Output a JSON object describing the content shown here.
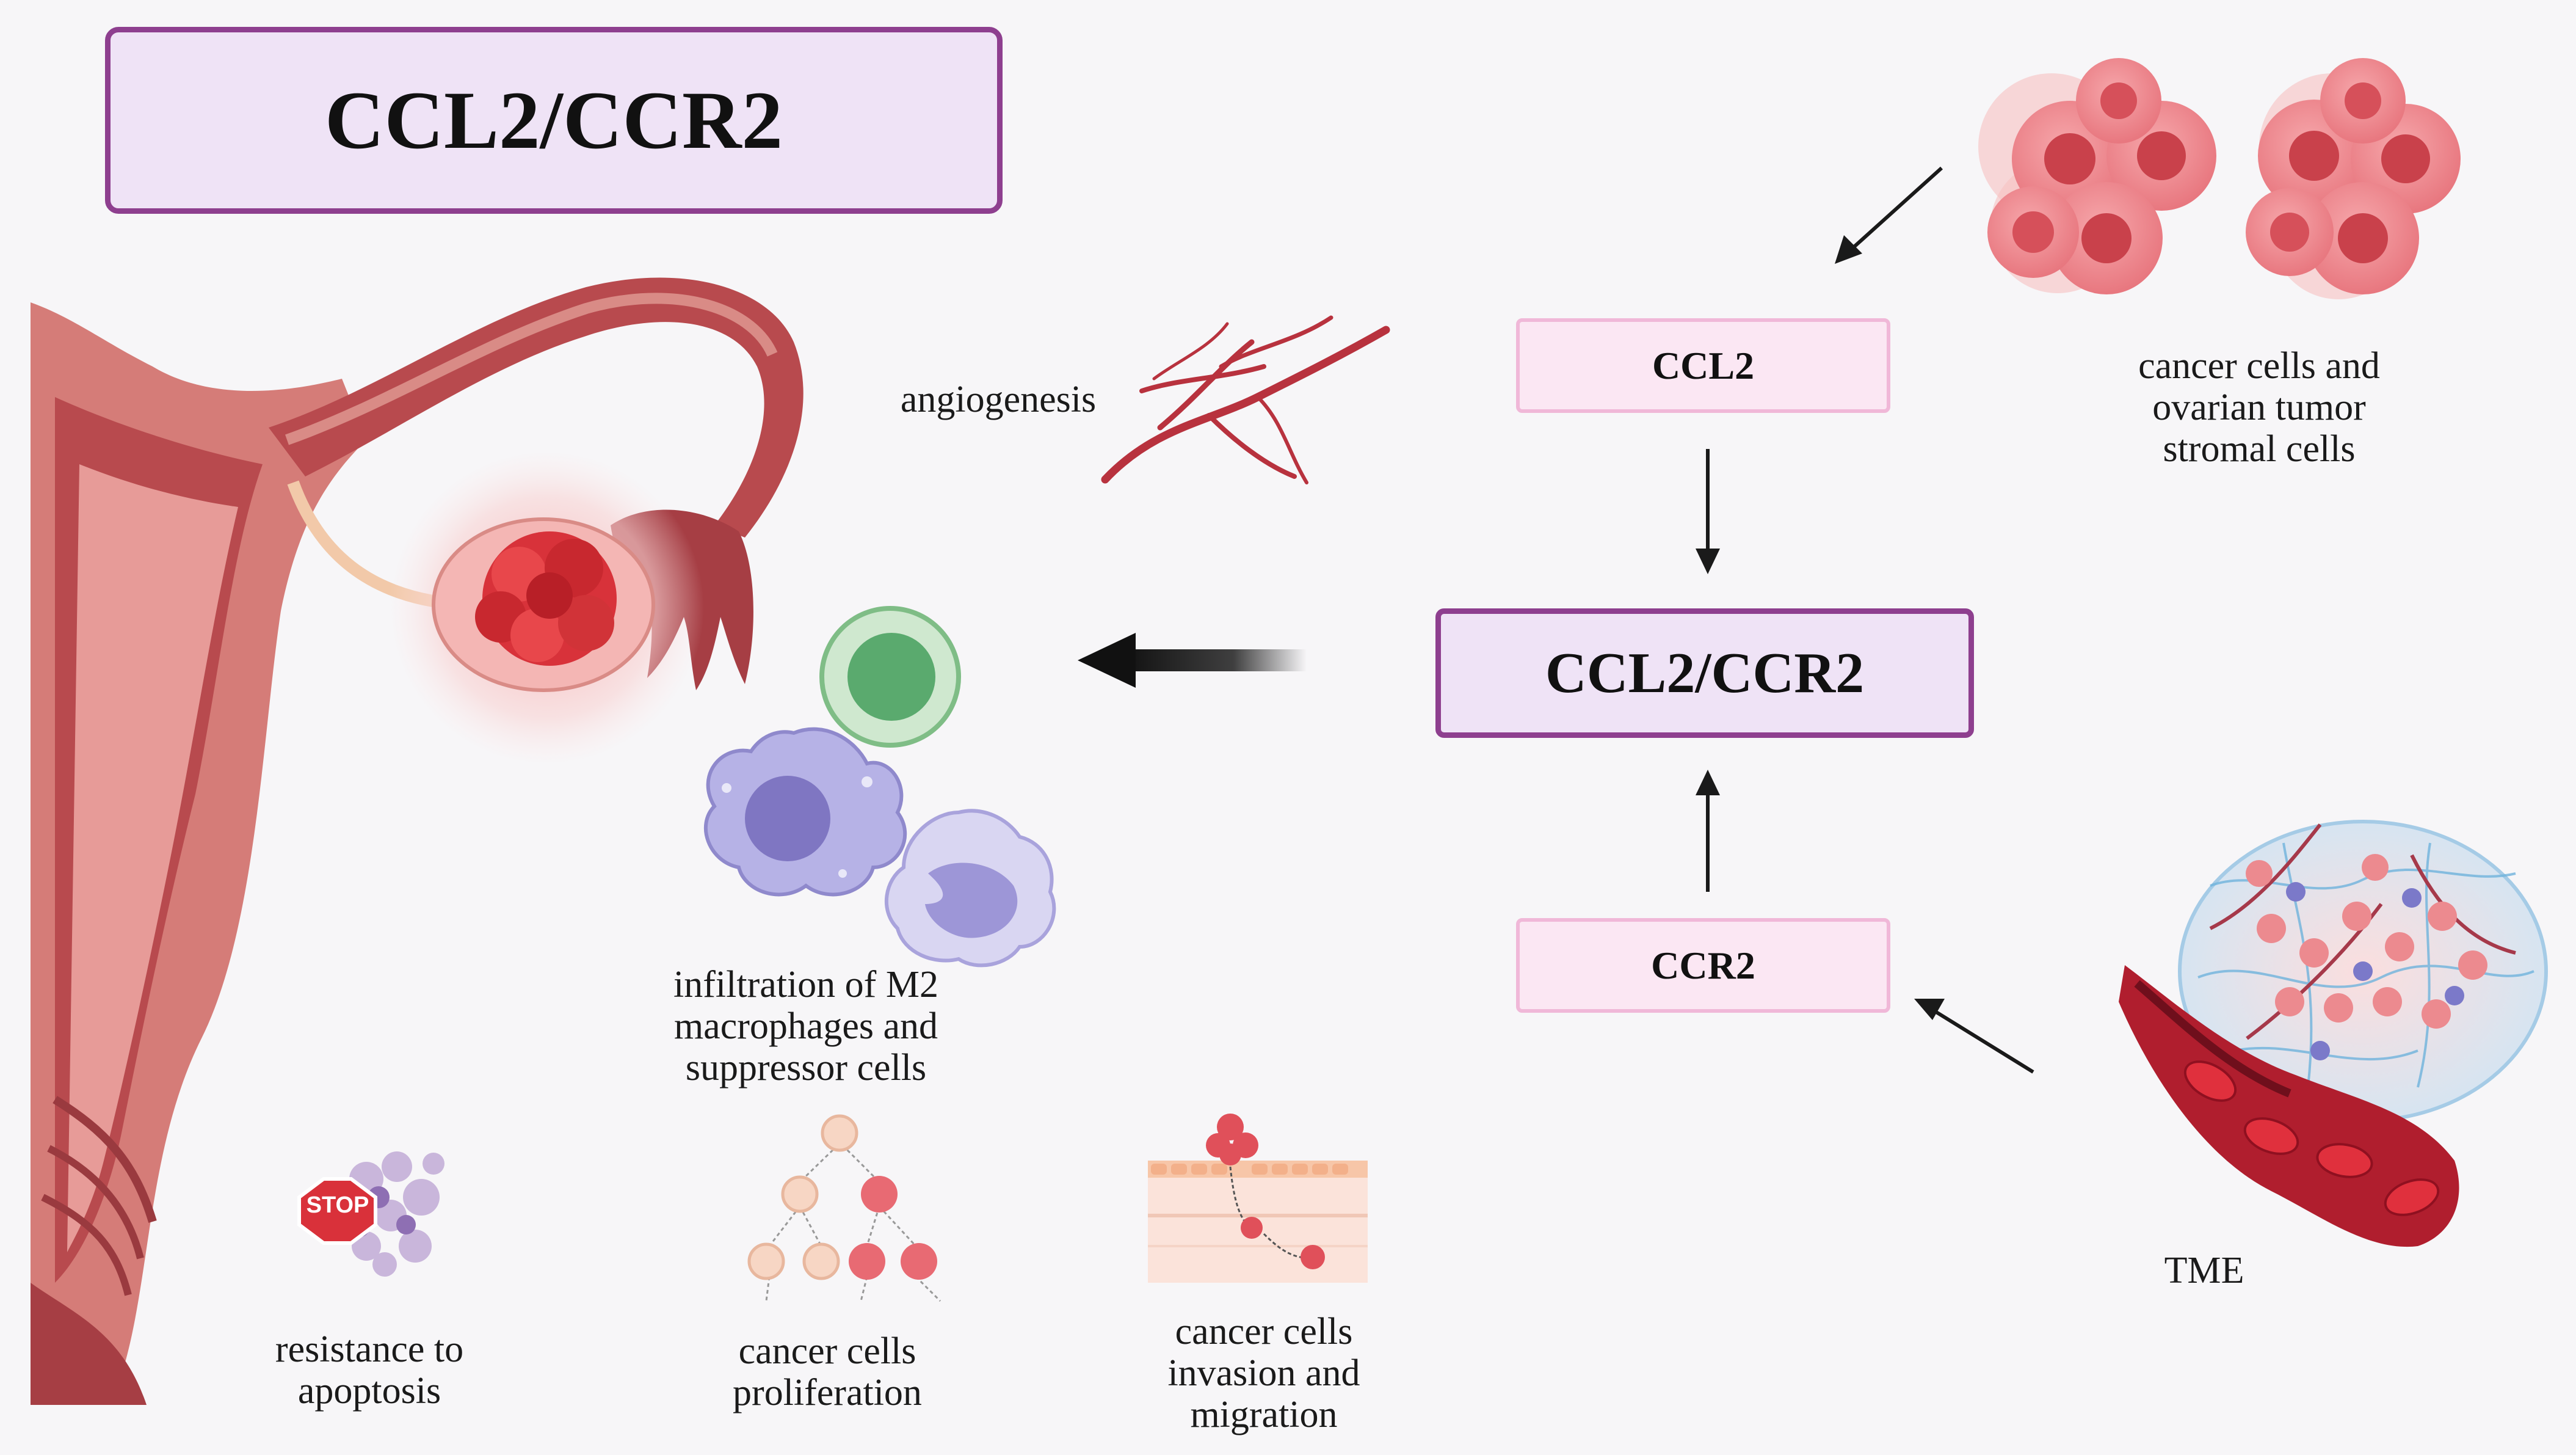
{
  "title": "CCL2/CCR2",
  "center_node": "CCL2/CCR2",
  "nodes": {
    "ccl2": "CCL2",
    "ccr2": "CCR2"
  },
  "labels": {
    "cancer_sources": [
      "cancer cells and",
      "ovarian tumor",
      "stromal cells"
    ],
    "tme": "TME",
    "angiogenesis": "angiogenesis",
    "infiltration": [
      "infiltration of M2",
      "macrophages and",
      "suppressor cells"
    ],
    "apoptosis": [
      "resistance to",
      "apoptosis"
    ],
    "proliferation": [
      "cancer cells",
      "proliferation"
    ],
    "invasion": [
      "cancer cells",
      "invasion and",
      "migration"
    ]
  },
  "icons": {
    "stop_sign_text": "STOP"
  },
  "colors": {
    "title_border": "#8e3f8f",
    "title_fill": "#efe3f6",
    "node_fill": "#fbe7f3",
    "node_border": "#f0b8d8",
    "tissue": "#c85e5e",
    "tumor": "#d8323a"
  }
}
